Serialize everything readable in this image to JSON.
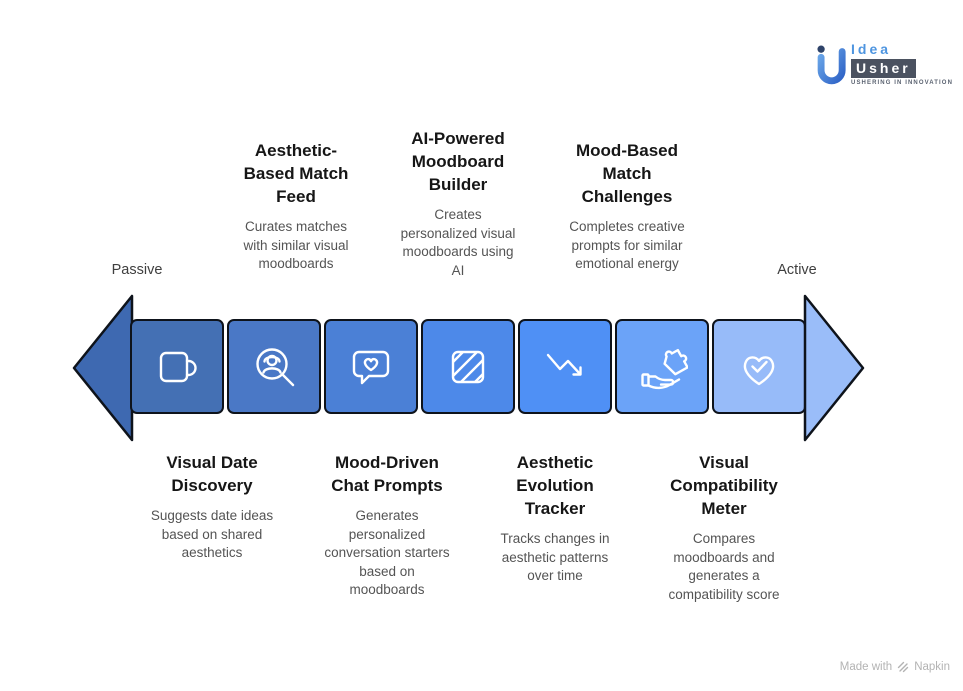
{
  "logo": {
    "brand_top": "Idea",
    "brand_bottom": "Usher",
    "tagline": "USHERING IN INNOVATION"
  },
  "axis": {
    "left_label": "Passive",
    "right_label": "Active"
  },
  "arrow": {
    "left_head_color": "#3e69b1",
    "right_head_color": "#9abdf9",
    "outline_color": "#0e131b"
  },
  "segments": [
    {
      "icon": "mug-icon",
      "color": "#4470b4"
    },
    {
      "icon": "person-search-icon",
      "color": "#4a78c6"
    },
    {
      "icon": "chat-heart-icon",
      "color": "#4b80d6"
    },
    {
      "icon": "moodboard-stripes-icon",
      "color": "#4d89e9"
    },
    {
      "icon": "trend-down-icon",
      "color": "#4f90f5"
    },
    {
      "icon": "hand-puzzle-icon",
      "color": "#6ba3f8"
    },
    {
      "icon": "heart-check-icon",
      "color": "#97bbf9"
    }
  ],
  "top_features": [
    {
      "title": "Aesthetic-Based Match Feed",
      "description": "Curates matches with similar visual moodboards"
    },
    {
      "title": "AI-Powered Moodboard Builder",
      "description": "Creates personalized visual moodboards using AI"
    },
    {
      "title": "Mood-Based Match Challenges",
      "description": "Completes creative prompts for similar emotional energy"
    }
  ],
  "bottom_features": [
    {
      "title": "Visual Date Discovery",
      "description": "Suggests date ideas based on shared aesthetics"
    },
    {
      "title": "Mood-Driven Chat Prompts",
      "description": "Generates personalized conversation starters based on moodboards"
    },
    {
      "title": "Aesthetic Evolution Tracker",
      "description": "Tracks changes in aesthetic patterns over time"
    },
    {
      "title": "Visual Compatibility Meter",
      "description": "Compares moodboards and generates a compatibility score"
    }
  ],
  "footer": {
    "prefix": "Made with",
    "brand": "Napkin"
  }
}
